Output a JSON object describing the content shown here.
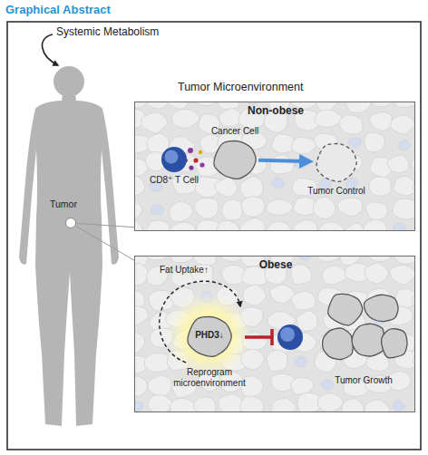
{
  "diagram": {
    "title": "Graphical Abstract",
    "nodes": [
      {
        "text": [
          "Tumor"
        ]
      },
      {
        "text": [
          "Non-obese"
        ]
      },
      {
        "text": [
          "CD8⁺ T Cell"
        ],
        "in": 1
      },
      {
        "text": [
          "Cancer Cell"
        ],
        "in": 1
      },
      {
        "text": [
          "Tumor Control"
        ],
        "in": 1
      },
      {
        "text": [
          "Obese"
        ]
      },
      {
        "text": [
          "PHD3↓",
          "Reprogram microenvironment"
        ],
        "in": 5
      },
      {
        "text": [
          "Tumor Growth"
        ],
        "in": 5
      }
    ],
    "edges": [
      {
        "from": 0,
        "to": 1,
        "arrow": "none"
      },
      {
        "from": 0,
        "to": 5,
        "arrow": "none"
      },
      {
        "from": 3,
        "to": 4,
        "arrow": "to"
      }
    ],
    "labels": [
      "Systemic Metabolism",
      "Tumor Microenvironment",
      "Fat Uptake↑"
    ]
  }
}
